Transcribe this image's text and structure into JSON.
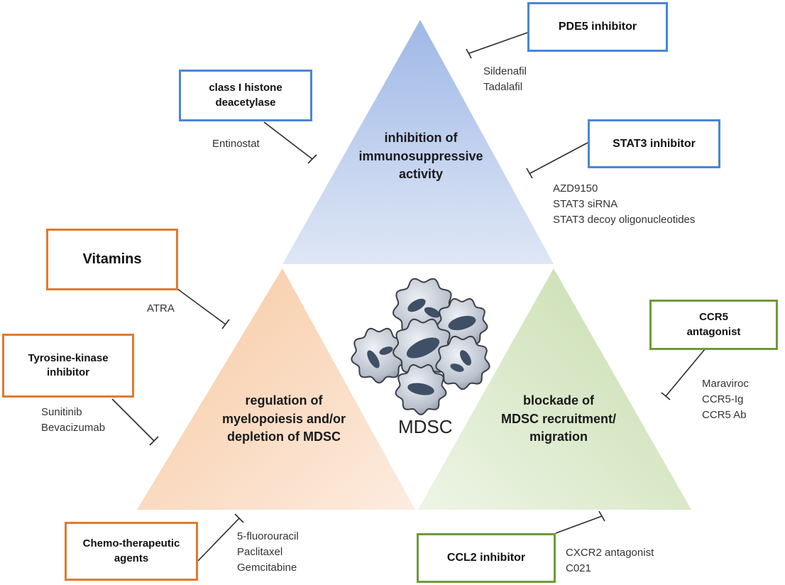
{
  "sections": {
    "top": "inhibition of\nimmunosuppressive\nactivity",
    "left": "regulation of\nmyelopoiesis and/or\ndepletion of MDSC",
    "right": "blockade of\nMDSC recruitment/\nmigration",
    "center": "MDSC"
  },
  "boxes": {
    "pde5": "PDE5 inhibitor",
    "hdac": "class I histone\ndeacetylase",
    "stat3": "STAT3 inhibitor",
    "vitamins": "Vitamins",
    "tki": "Tyrosine-kinase\ninhibitor",
    "ccr5": "CCR5\nantagonist",
    "chemo": "Chemo-therapeutic\nagents",
    "ccl2": "CCL2 inhibitor"
  },
  "drugs": {
    "pde5": [
      "Sildenafil",
      "Tadalafil"
    ],
    "hdac": [
      "Entinostat"
    ],
    "stat3": [
      "AZD9150",
      "STAT3 siRNA",
      "STAT3 decoy oligonucleotides"
    ],
    "vitamins": [
      "ATRA"
    ],
    "tki": [
      "Sunitinib",
      "Bevacizumab"
    ],
    "ccr5": [
      "Maraviroc",
      "CCR5-Ig",
      "CCR5 Ab"
    ],
    "chemo": [
      "5-fluorouracil",
      "Paclitaxel",
      "Gemcitabine"
    ],
    "ccl2": [
      "CXCR2 antagonist",
      "C021"
    ]
  },
  "colors": {
    "blue": "#4a86d6",
    "orange": "#e07a2e",
    "green": "#6f9a3a"
  }
}
